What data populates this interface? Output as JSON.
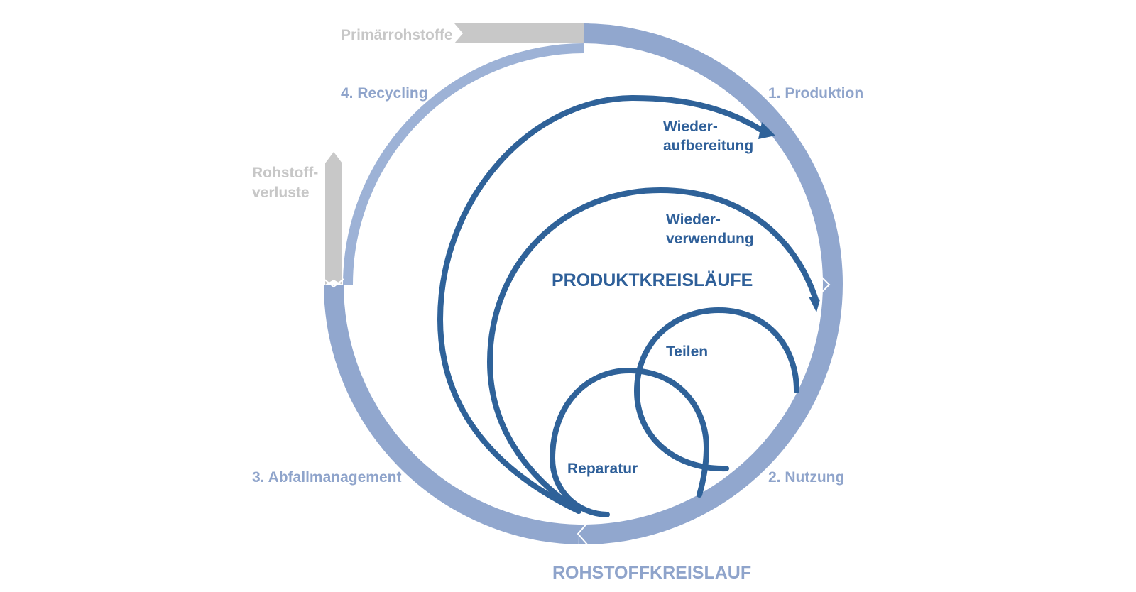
{
  "colors": {
    "outer_ring": "#91a7ce",
    "outer_ring_light": "#9db2d6",
    "inner_loops": "#2f6299",
    "external_flows": "#c8c8c8",
    "outer_text": "#8fa4cb",
    "inner_text": "#2e5f99",
    "grey_text": "#c7c7c7"
  },
  "outer_cycle": {
    "title": "ROHSTOFFKREISLAUF",
    "stages": {
      "production": "1. Produktion",
      "usage": "2. Nutzung",
      "waste": "3. Abfallmanagement",
      "recycling": "4. Recycling"
    }
  },
  "external_flows": {
    "input": "Primärrohstoffe",
    "loss_line1": "Rohstoff-",
    "loss_line2": "verluste"
  },
  "product_cycles": {
    "title": "PRODUKTKREISLÄUFE",
    "remanufacturing_line1": "Wieder-",
    "remanufacturing_line2": "aufbereitung",
    "reuse_line1": "Wieder-",
    "reuse_line2": "verwendung",
    "sharing": "Teilen",
    "repair": "Reparatur"
  }
}
